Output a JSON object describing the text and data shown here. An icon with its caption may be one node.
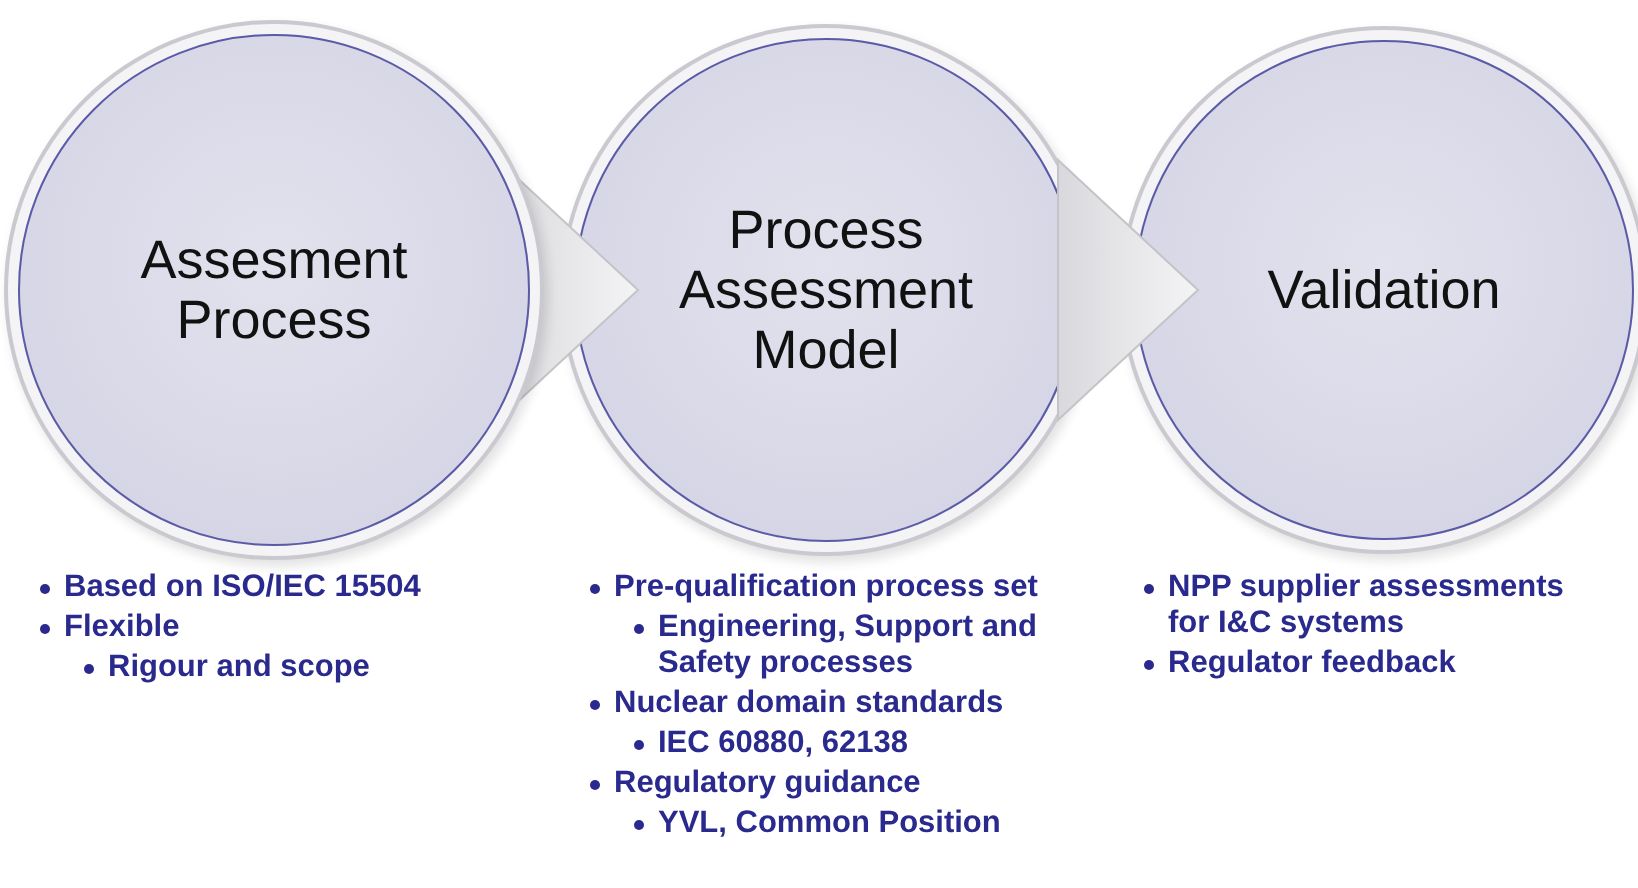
{
  "diagram": {
    "nodes": [
      {
        "text": [
          "Assesment Process"
        ],
        "beside": [
          "Based on ISO/IEC 15504",
          "Flexible",
          "Rigour and scope"
        ]
      },
      {
        "text": [
          "Process Assessment Model"
        ],
        "beside": [
          "Pre-qualification process set",
          "Engineering, Support and Safety processes",
          "Nuclear domain standards",
          "IEC 60880, 62138",
          "Regulatory guidance",
          "YVL, Common Position"
        ]
      },
      {
        "text": [
          "Validation"
        ],
        "beside": [
          "NPP supplier assessments for I&C systems",
          "Regulator feedback"
        ]
      }
    ],
    "edges": [
      {
        "from": 0,
        "to": 1,
        "arrow": "to"
      },
      {
        "from": 1,
        "to": 2,
        "arrow": "to"
      }
    ]
  }
}
